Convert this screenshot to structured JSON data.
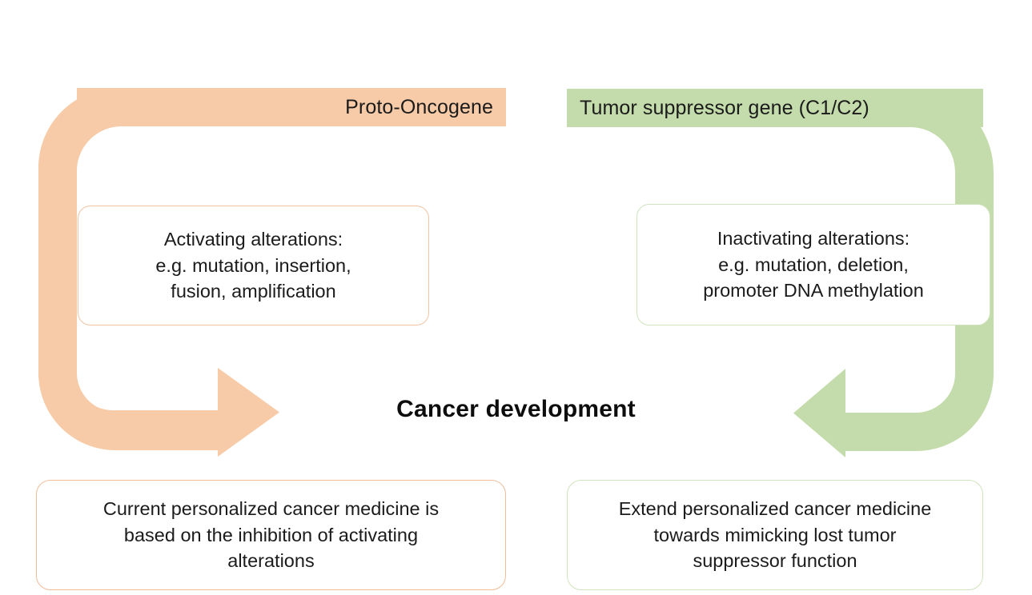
{
  "diagram": {
    "title": "Cancer development",
    "colors": {
      "oncogene_fill": "#f7cba7",
      "oncogene_border": "#f2c3a0",
      "suppressor_fill": "#c4dcab",
      "suppressor_border": "#cfe3bd",
      "background": "#ffffff",
      "text": "#1b1b1b"
    },
    "left_branch": {
      "header_label": "Proto-Oncogene",
      "alteration_heading": "Activating alterations:",
      "alteration_examples_line1": "e.g. mutation, insertion,",
      "alteration_examples_line2": "fusion, amplification",
      "arrow_name": "curved-arrow-right",
      "outcome_line1": "Current personalized cancer medicine is",
      "outcome_line2": "based on the inhibition of activating",
      "outcome_line3": "alterations"
    },
    "right_branch": {
      "header_label": "Tumor suppressor gene (C1/C2)",
      "alteration_heading": "Inactivating alterations:",
      "alteration_examples_line1": "e.g. mutation, deletion,",
      "alteration_examples_line2": "promoter DNA methylation",
      "arrow_name": "curved-arrow-left",
      "outcome_line1": "Extend personalized cancer medicine",
      "outcome_line2": "towards mimicking lost tumor",
      "outcome_line3": "suppressor function"
    }
  }
}
